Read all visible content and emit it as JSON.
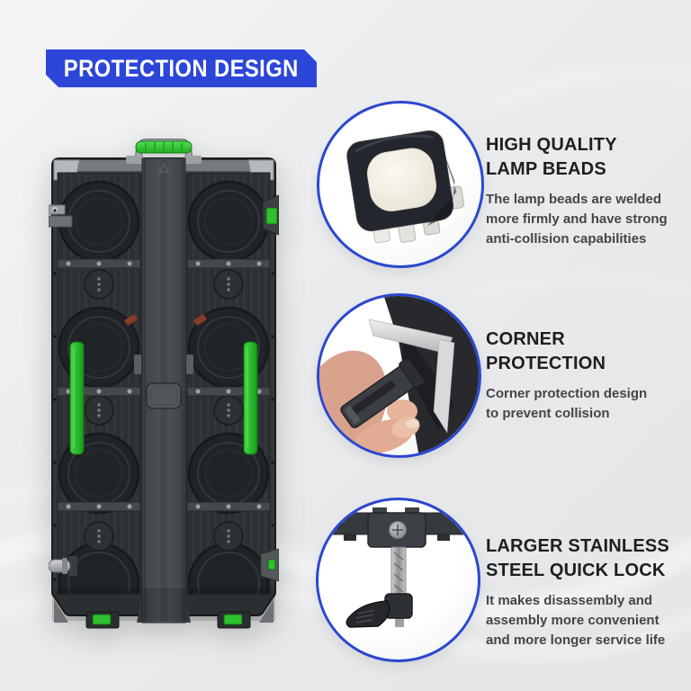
{
  "banner": {
    "title": "PROTECTION DESIGN"
  },
  "features": [
    {
      "icon": "led-lamp-bead-photo",
      "heading_lines": [
        "HIGH QUALITY",
        "LAMP BEADS"
      ],
      "body_lines": [
        "The lamp beads are welded",
        "more firmly and have strong",
        "anti-collision capabilities"
      ]
    },
    {
      "icon": "corner-protection-photo",
      "heading_lines": [
        "CORNER",
        "PROTECTION"
      ],
      "body_lines": [
        "Corner protection design",
        "to prevent collision"
      ]
    },
    {
      "icon": "stainless-quick-lock-photo",
      "heading_lines": [
        "LARGER STAINLESS",
        "STEEL QUICK LOCK"
      ],
      "body_lines": [
        "It makes disassembly and",
        "assembly more convenient",
        "and more longer service life"
      ]
    }
  ],
  "product_image": {
    "name": "led-display-cabinet-rear-view",
    "accent_color": "#2fc030"
  },
  "colors": {
    "banner_blue": "#2b46d9",
    "circle_ring_blue": "#2b47d0",
    "heading_text": "#1e1e20",
    "body_text": "#454547",
    "background": "#e9eaec"
  }
}
